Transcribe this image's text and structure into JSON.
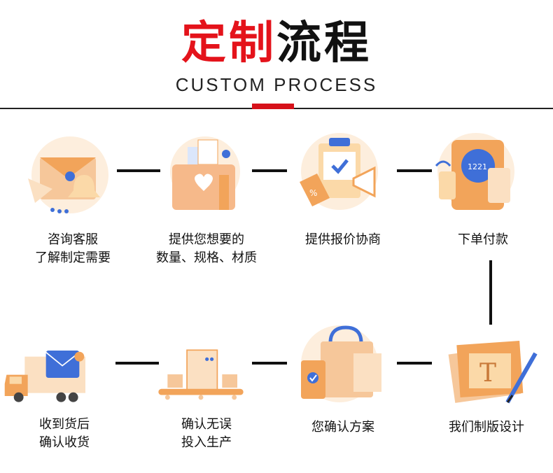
{
  "header": {
    "title_red": "定制",
    "title_black": "流程",
    "subtitle": "CUSTOM PROCESS"
  },
  "steps": [
    {
      "line1": "咨询客服",
      "line2": "了解制定需要",
      "icon": "mail-bell-icon"
    },
    {
      "line1": "提供您想要的",
      "line2": "数量、规格、材质",
      "icon": "folder-heart-icon"
    },
    {
      "line1": "提供报价协商",
      "line2": "",
      "icon": "clipboard-price-icon"
    },
    {
      "line1": "下单付款",
      "line2": "",
      "icon": "payment-terminal-icon"
    },
    {
      "line1": "我们制版设计",
      "line2": "",
      "icon": "design-drafting-icon"
    },
    {
      "line1": "您确认方案",
      "line2": "",
      "icon": "shopping-bag-confirm-icon"
    },
    {
      "line1": "确认无误",
      "line2": "投入生产",
      "icon": "production-line-icon"
    },
    {
      "line1": "收到货后",
      "line2": "确认收货",
      "icon": "delivery-truck-icon"
    }
  ],
  "colors": {
    "accent": "#e4131b",
    "peach": "#f6c79a",
    "orange": "#f2a45a",
    "blue": "#3f6fd8"
  }
}
